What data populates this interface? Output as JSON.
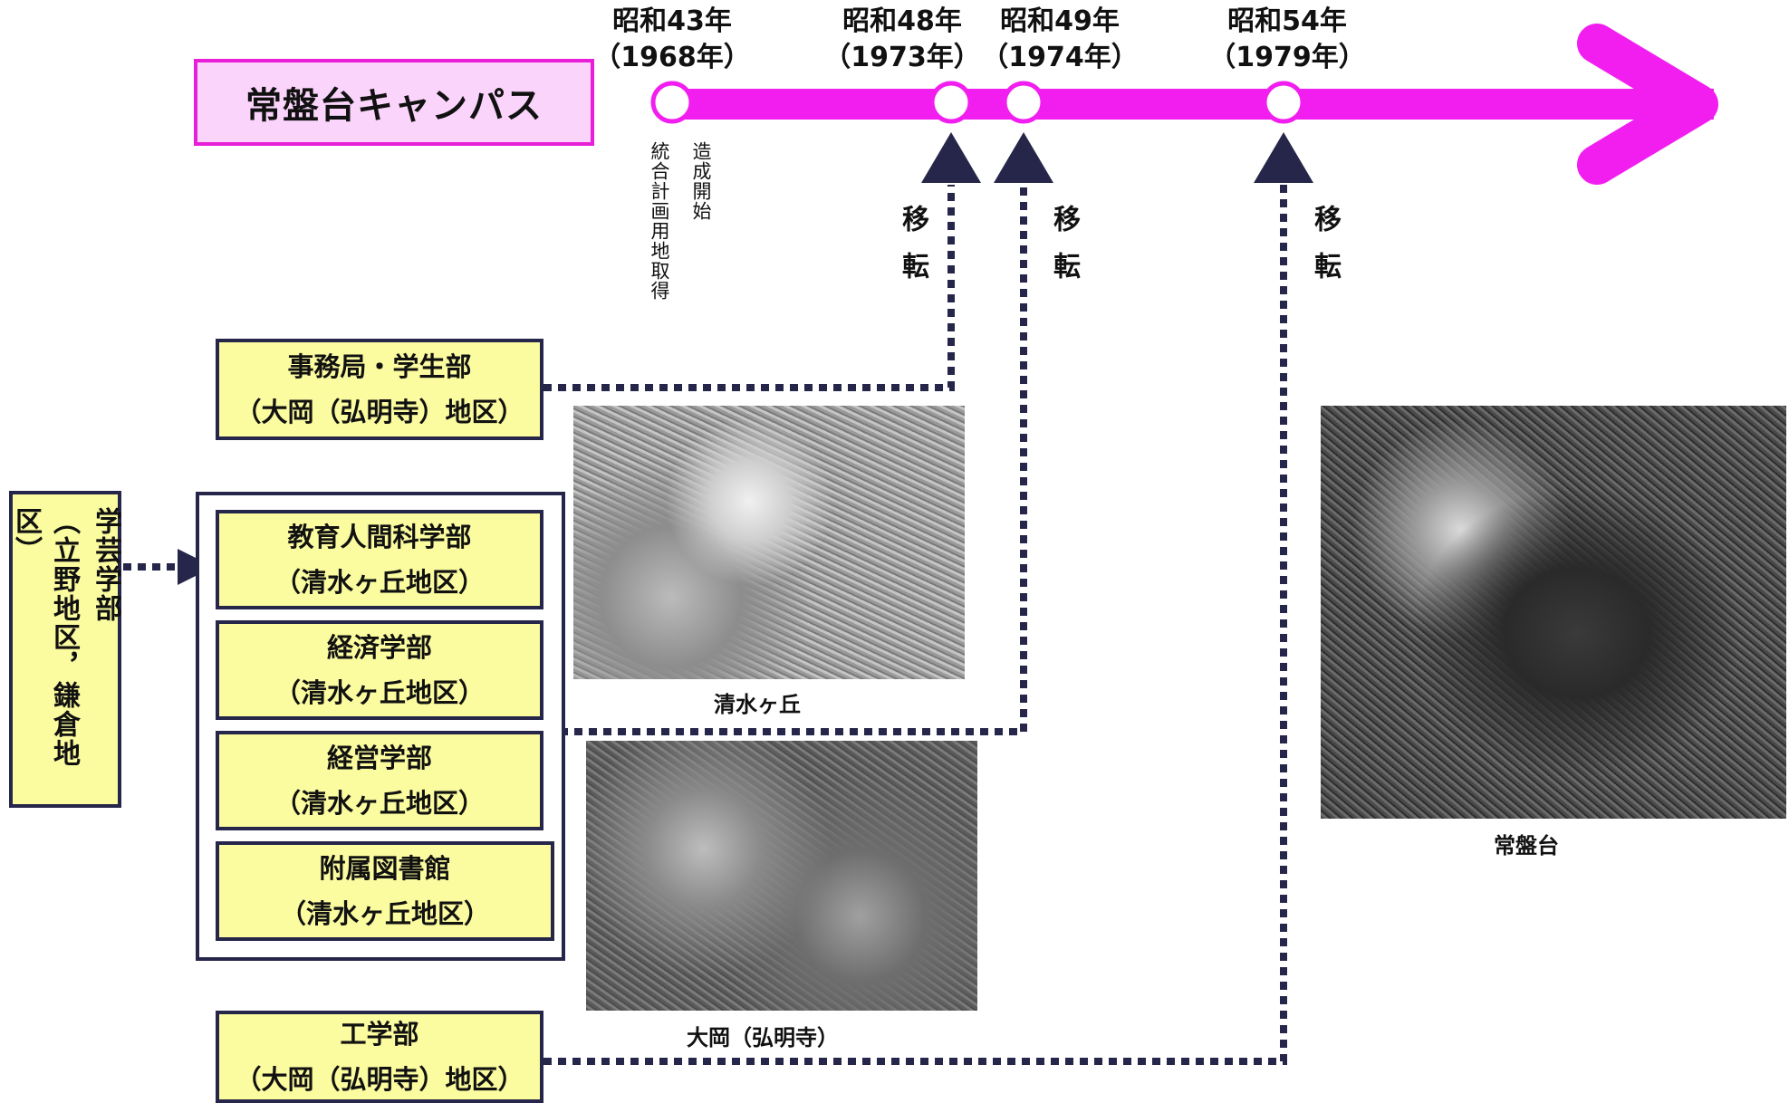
{
  "campus": {
    "title": "常盤台キャンパス"
  },
  "timeline": {
    "color": "#f21ef0",
    "points": [
      {
        "era": "昭和43年",
        "year": "（1968年）",
        "notes": [
          "造成開始",
          "統合計画用地取得"
        ]
      },
      {
        "era": "昭和48年",
        "year": "（1973年）",
        "move": "移転"
      },
      {
        "era": "昭和49年",
        "year": "（1974年）",
        "move": "移転"
      },
      {
        "era": "昭和54年",
        "year": "（1979年）",
        "move": "移転"
      }
    ]
  },
  "units": {
    "jimukyoku": {
      "name": "事務局・学生部",
      "area": "（大岡（弘明寺）地区）"
    },
    "gakugei": {
      "lines": [
        "学芸学部",
        "（立野地区，鎌倉地区）"
      ]
    },
    "kyoiku": {
      "name": "教育人間科学部",
      "area": "（清水ヶ丘地区）"
    },
    "keizai": {
      "name": "経済学部",
      "area": "（清水ヶ丘地区）"
    },
    "keiei": {
      "name": "経営学部",
      "area": "（清水ヶ丘地区）"
    },
    "library": {
      "name": "附属図書館",
      "area": "（清水ヶ丘地区）"
    },
    "kogaku": {
      "name": "工学部",
      "area": "（大岡（弘明寺）地区）"
    }
  },
  "photos": {
    "shimizugaoka": "清水ヶ丘",
    "ooka": "大岡（弘明寺）",
    "tokiwadai": "常盤台"
  },
  "colors": {
    "box_fill": "#fbfb9f",
    "box_border": "#26264a",
    "title_fill": "#fbd4fb",
    "connector": "#26264a"
  }
}
